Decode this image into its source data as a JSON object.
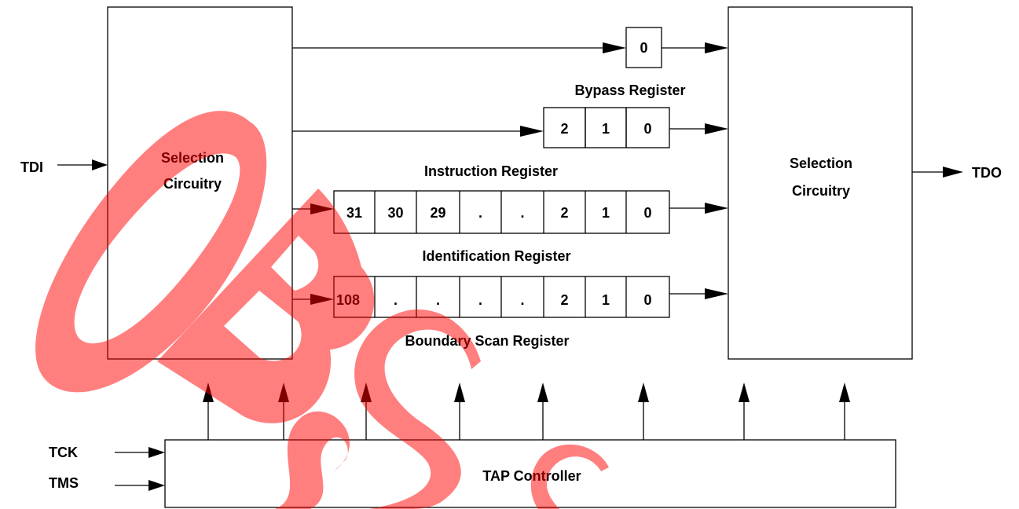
{
  "signals": {
    "tdi": "TDI",
    "tdo": "TDO",
    "tck": "TCK",
    "tms": "TMS"
  },
  "blocks": {
    "input_selection": [
      "Selection",
      "Circuitry"
    ],
    "output_selection": [
      "Selection",
      "Circuitry"
    ],
    "tap_controller": "TAP Controller"
  },
  "registers": {
    "bypass": {
      "label": "Bypass Register",
      "cells": [
        "0"
      ]
    },
    "instruction": {
      "label": "Instruction Register",
      "cells": [
        "2",
        "1",
        "0"
      ]
    },
    "identification": {
      "label": "Identification Register",
      "cells": [
        "31",
        "30",
        "29",
        ".",
        ".",
        "2",
        "1",
        "0"
      ]
    },
    "boundary_scan": {
      "label": "Boundary Scan Register",
      "cells": [
        "108",
        ".",
        ".",
        ".",
        ".",
        "2",
        "1",
        "0"
      ]
    }
  },
  "watermark": {
    "text": "OBS",
    "color": "#ff0000"
  }
}
